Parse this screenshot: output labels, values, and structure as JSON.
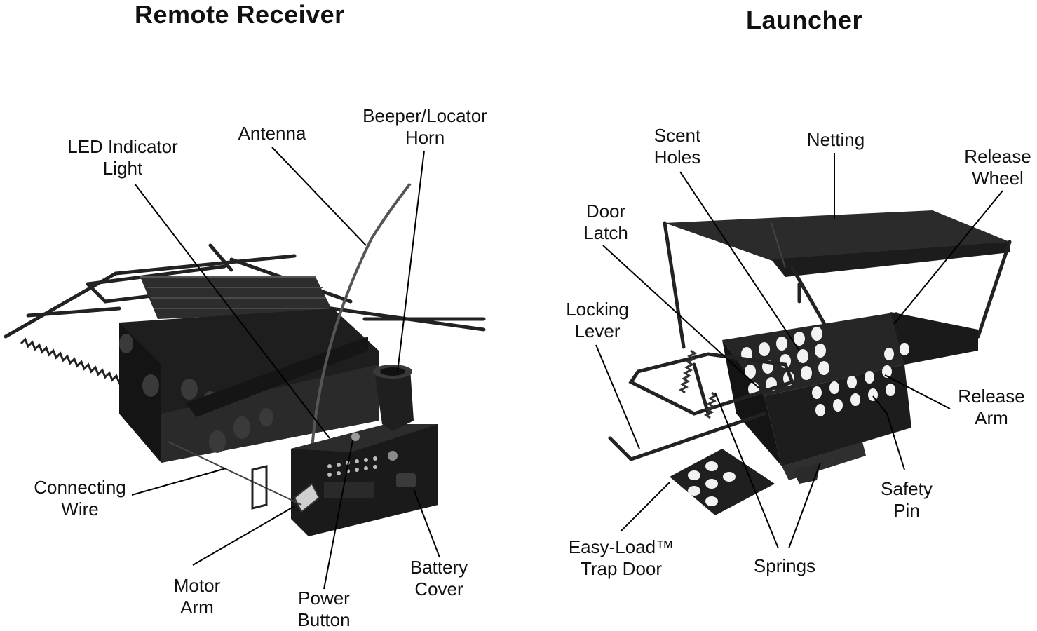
{
  "titles": {
    "left": "Remote Receiver",
    "right": "Launcher"
  },
  "receiver_labels": {
    "led": [
      "LED Indicator",
      "Light"
    ],
    "antenna": "Antenna",
    "beeper": [
      "Beeper/Locator",
      "Horn"
    ],
    "connecting_wire": [
      "Connecting",
      "Wire"
    ],
    "motor_arm": [
      "Motor",
      "Arm"
    ],
    "power_button": [
      "Power",
      "Button"
    ],
    "battery_cover": [
      "Battery",
      "Cover"
    ]
  },
  "launcher_labels": {
    "scent_holes": [
      "Scent",
      "Holes"
    ],
    "netting": "Netting",
    "release_wheel": [
      "Release",
      "Wheel"
    ],
    "door_latch": [
      "Door",
      "Latch"
    ],
    "locking_lever": [
      "Locking",
      "Lever"
    ],
    "release_arm": [
      "Release",
      "Arm"
    ],
    "safety_pin": [
      "Safety",
      "Pin"
    ],
    "easy_load": [
      "Easy-Load™",
      "Trap Door"
    ],
    "springs": "Springs"
  },
  "colors": {
    "device_body": "#1c1c1c",
    "device_mid": "#3a3a3a",
    "hole": "#f2f2f2",
    "leader_line": "#000000"
  }
}
